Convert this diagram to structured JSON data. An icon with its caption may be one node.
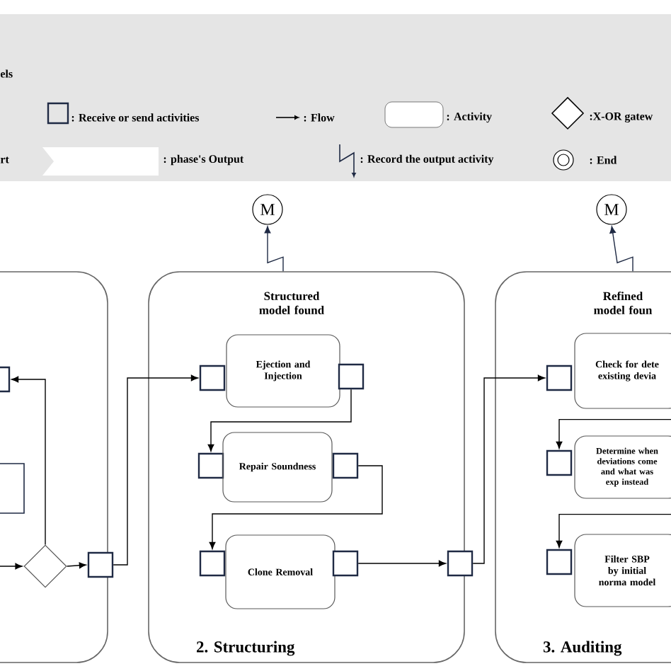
{
  "diagram": {
    "nodes": [
      {
        "text": [],
        "shape": "box"
      },
      {
        "text": [],
        "shape": "box",
        "in": 0
      },
      {
        "text": [],
        "shape": "box",
        "in": 0
      },
      {
        "text": [],
        "shape": "diamond",
        "in": 0
      },
      {
        "text": [],
        "shape": "box",
        "in": 0
      },
      {
        "text": [
          "M"
        ]
      },
      {
        "text": [
          "Structured model found",
          "2. Structuring"
        ]
      },
      {
        "text": [],
        "shape": "box",
        "in": 6
      },
      {
        "text": [
          "Ejection and Injection"
        ],
        "in": 6
      },
      {
        "text": [],
        "shape": "box",
        "in": 6
      },
      {
        "text": [],
        "shape": "box",
        "in": 6
      },
      {
        "text": [
          "Repair Soundness"
        ],
        "in": 6
      },
      {
        "text": [],
        "shape": "box",
        "in": 6
      },
      {
        "text": [],
        "shape": "box",
        "in": 6
      },
      {
        "text": [
          "Clone Removal"
        ],
        "in": 6
      },
      {
        "text": [],
        "shape": "box",
        "in": 6
      },
      {
        "text": [],
        "shape": "box"
      },
      {
        "text": [
          "M"
        ]
      },
      {
        "text": [
          "Refined model foun",
          "3. Auditing"
        ]
      },
      {
        "text": [],
        "shape": "box",
        "in": 18
      },
      {
        "text": [
          "Check for dete existing devia"
        ],
        "in": 18
      },
      {
        "text": [],
        "shape": "box",
        "in": 18
      },
      {
        "text": [
          "Determine when deviations come and what was exp instead"
        ],
        "in": 18
      },
      {
        "text": [],
        "shape": "box",
        "in": 18
      },
      {
        "text": [
          "Filter SBP by initial norma model"
        ],
        "in": 18
      }
    ],
    "edges": [
      {
        "from": null,
        "to": 3,
        "arrow": "to"
      },
      {
        "from": 3,
        "to": 1,
        "arrow": "to"
      },
      {
        "from": 3,
        "to": 4,
        "arrow": "to"
      },
      {
        "from": 4,
        "to": 7,
        "arrow": "to"
      },
      {
        "from": 9,
        "to": 10,
        "arrow": "to"
      },
      {
        "from": 12,
        "to": 13,
        "arrow": "to"
      },
      {
        "from": 15,
        "to": 16,
        "arrow": "to"
      },
      {
        "from": 16,
        "to": 19,
        "arrow": "to"
      },
      {
        "from": 20,
        "to": 21,
        "arrow": "to"
      },
      {
        "from": 22,
        "to": 23,
        "arrow": "to"
      },
      {
        "from": 6,
        "to": 5,
        "arrow": "to"
      },
      {
        "from": 18,
        "to": 17,
        "arrow": "to"
      }
    ],
    "labels": [
      "els",
      "rt"
    ],
    "legend": [
      {
        "text": ": Receive or send activities"
      },
      {
        "text": ": Flow"
      },
      {
        "text": ": Activity"
      },
      {
        "text": ":X-OR gatew"
      },
      {
        "text": ": phase's Output"
      },
      {
        "text": ": Record the output activity"
      },
      {
        "text": ": End"
      }
    ]
  }
}
